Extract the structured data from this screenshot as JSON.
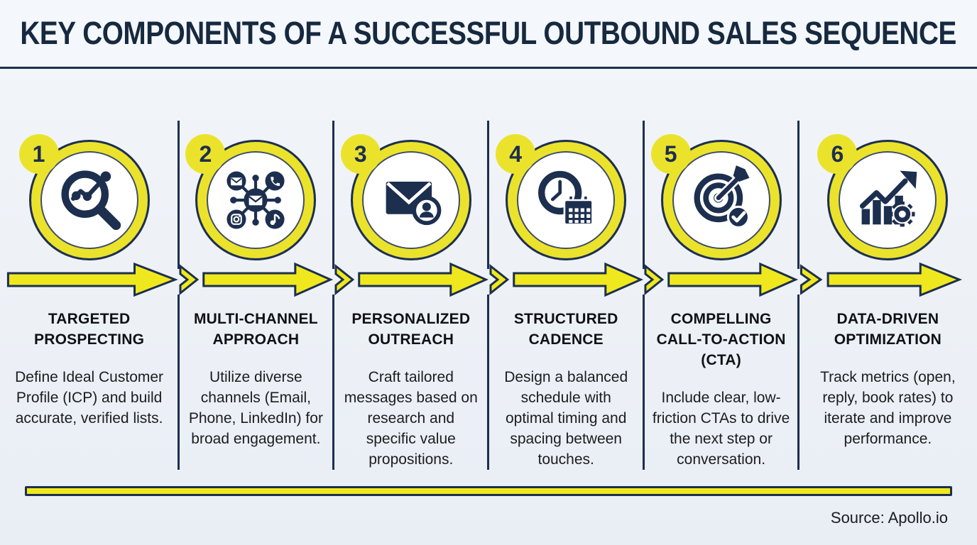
{
  "header": {
    "title": "KEY COMPONENTS OF A SUCCESSFUL OUTBOUND SALES SEQUENCE"
  },
  "steps": [
    {
      "number": "1",
      "title": "TARGETED PROSPECTING",
      "description": "Define Ideal Customer Profile (ICP) and build accurate, verified lists.",
      "icon": "search-analytics-icon"
    },
    {
      "number": "2",
      "title": "MULTI-CHANNEL APPROACH",
      "description": "Utilize diverse channels (Email, Phone, LinkedIn) for broad engagement.",
      "icon": "multi-channel-network-icon"
    },
    {
      "number": "3",
      "title": "PERSONALIZED OUTREACH",
      "description": "Craft tailored messages based on research and specific value propositions.",
      "icon": "envelope-user-icon"
    },
    {
      "number": "4",
      "title": "STRUCTURED CADENCE",
      "description": "Design a balanced schedule with optimal timing and spacing between touches.",
      "icon": "clock-calendar-icon"
    },
    {
      "number": "5",
      "title": "COMPELLING CALL-TO-ACTION (CTA)",
      "description": "Include clear, low-friction CTAs to drive the next step or conversation.",
      "icon": "target-arrow-check-icon"
    },
    {
      "number": "6",
      "title": "DATA-DRIVEN OPTIMIZATION",
      "description": "Track metrics (open, reply, book rates) to iterate and improve performance.",
      "icon": "growth-chart-gear-icon"
    }
  ],
  "footer": {
    "source": "Source: Apollo.io"
  },
  "colors": {
    "navy": "#1d2f4f",
    "yellow": "#ebe32b",
    "arrow-yellow": "#f0e81f",
    "background": "#eef2f7",
    "header-background": "#f4f7fb",
    "text": "#17181a"
  }
}
